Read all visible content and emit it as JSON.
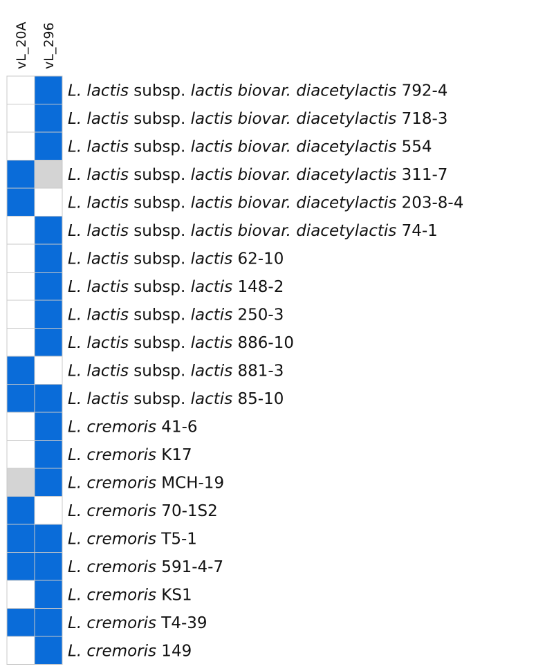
{
  "chart_data": {
    "type": "heatmap",
    "columns": [
      "vL_20A",
      "vL_296"
    ],
    "rows": [
      {
        "italic": "L. lactis",
        "mid": " subsp. ",
        "italic2": "lactis biovar. diacetylactis",
        "strain": " 792-4",
        "values": [
          "absent",
          "present"
        ]
      },
      {
        "italic": "L. lactis",
        "mid": " subsp. ",
        "italic2": "lactis biovar. diacetylactis",
        "strain": " 718-3",
        "values": [
          "absent",
          "present"
        ]
      },
      {
        "italic": "L. lactis",
        "mid": " subsp. ",
        "italic2": "lactis biovar. diacetylactis",
        "strain": " 554",
        "values": [
          "absent",
          "present"
        ]
      },
      {
        "italic": "L. lactis",
        "mid": " subsp. ",
        "italic2": "lactis biovar. diacetylactis",
        "strain": " 311-7",
        "values": [
          "present",
          "unknown"
        ]
      },
      {
        "italic": "L. lactis",
        "mid": " subsp. ",
        "italic2": "lactis biovar. diacetylactis",
        "strain": " 203-8-4",
        "values": [
          "present",
          "absent"
        ]
      },
      {
        "italic": "L. lactis",
        "mid": " subsp. ",
        "italic2": "lactis biovar. diacetylactis",
        "strain": " 74-1",
        "values": [
          "absent",
          "present"
        ]
      },
      {
        "italic": "L. lactis",
        "mid": " subsp. ",
        "italic2": "lactis",
        "strain": " 62-10",
        "values": [
          "absent",
          "present"
        ]
      },
      {
        "italic": "L. lactis",
        "mid": " subsp. ",
        "italic2": "lactis",
        "strain": " 148-2",
        "values": [
          "absent",
          "present"
        ]
      },
      {
        "italic": "L. lactis",
        "mid": " subsp. ",
        "italic2": "lactis",
        "strain": " 250-3",
        "values": [
          "absent",
          "present"
        ]
      },
      {
        "italic": "L. lactis",
        "mid": " subsp. ",
        "italic2": "lactis",
        "strain": " 886-10",
        "values": [
          "absent",
          "present"
        ]
      },
      {
        "italic": "L. lactis",
        "mid": " subsp. ",
        "italic2": "lactis",
        "strain": " 881-3",
        "values": [
          "present",
          "absent"
        ]
      },
      {
        "italic": "L. lactis",
        "mid": " subsp. ",
        "italic2": "lactis",
        "strain": " 85-10",
        "values": [
          "present",
          "present"
        ]
      },
      {
        "italic": "L. cremoris",
        "mid": "",
        "italic2": "",
        "strain": " 41-6",
        "values": [
          "absent",
          "present"
        ]
      },
      {
        "italic": "L. cremoris",
        "mid": "",
        "italic2": "",
        "strain": " K17",
        "values": [
          "absent",
          "present"
        ]
      },
      {
        "italic": "L. cremoris",
        "mid": "",
        "italic2": "",
        "strain": " MCH-19",
        "values": [
          "unknown",
          "present"
        ]
      },
      {
        "italic": "L. cremoris",
        "mid": "",
        "italic2": "",
        "strain": " 70-1S2",
        "values": [
          "present",
          "absent"
        ]
      },
      {
        "italic": "L. cremoris",
        "mid": "",
        "italic2": "",
        "strain": " T5-1",
        "values": [
          "present",
          "present"
        ]
      },
      {
        "italic": "L. cremoris",
        "mid": "",
        "italic2": "",
        "strain": " 591-4-7",
        "values": [
          "present",
          "present"
        ]
      },
      {
        "italic": "L. cremoris",
        "mid": "",
        "italic2": "",
        "strain": " KS1",
        "values": [
          "absent",
          "present"
        ]
      },
      {
        "italic": "L. cremoris",
        "mid": "",
        "italic2": "",
        "strain": " T4-39",
        "values": [
          "present",
          "present"
        ]
      },
      {
        "italic": "L. cremoris",
        "mid": "",
        "italic2": "",
        "strain": " 149",
        "values": [
          "absent",
          "present"
        ]
      }
    ],
    "colors": {
      "present": "#0a6cd9",
      "absent": "#ffffff",
      "unknown": "#d4d4d4"
    }
  }
}
